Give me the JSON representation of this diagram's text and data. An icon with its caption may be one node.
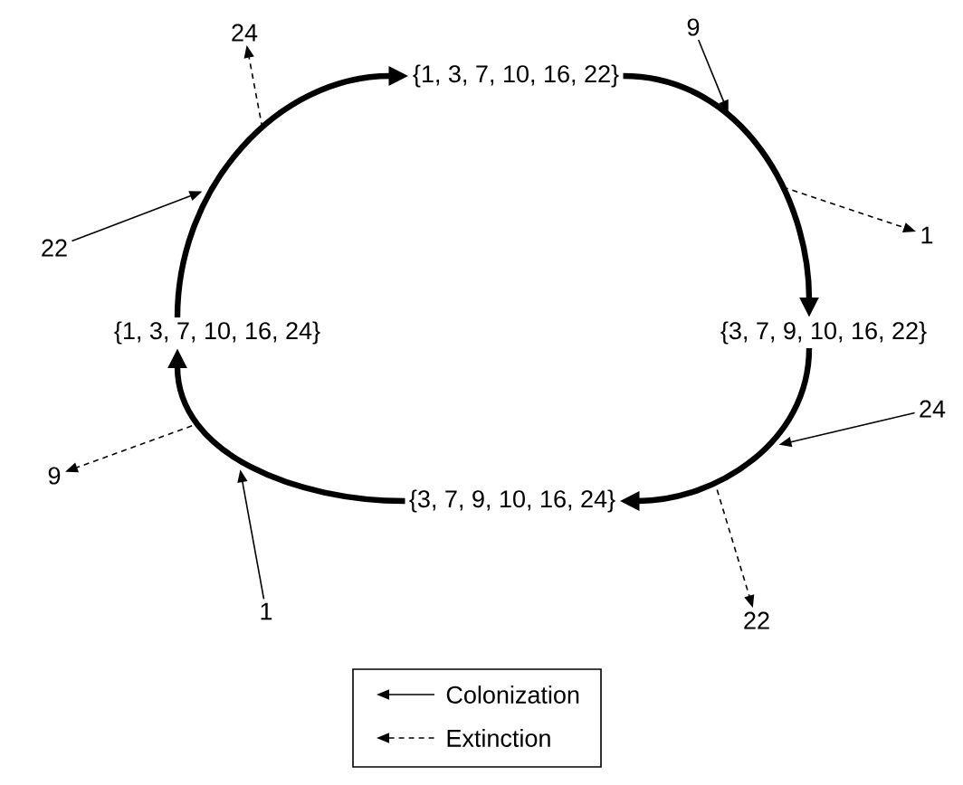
{
  "diagram": {
    "nodes": [
      {
        "text": [
          "24"
        ]
      },
      {
        "text": [
          "9"
        ]
      },
      {
        "text": [
          "{1, 3, 7, 10, 16, 22}"
        ]
      },
      {
        "text": [
          "1"
        ]
      },
      {
        "text": [
          "22"
        ]
      },
      {
        "text": [
          "{1, 3, 7, 10, 16, 24}"
        ]
      },
      {
        "text": [
          "{3, 7, 9, 10, 16, 22}"
        ]
      },
      {
        "text": [
          "24"
        ]
      },
      {
        "text": [
          "9"
        ]
      },
      {
        "text": [
          "{3, 7, 9, 10, 16, 24}"
        ]
      },
      {
        "text": [
          "1"
        ]
      },
      {
        "text": [
          "22"
        ]
      }
    ],
    "edges": [
      {
        "from": 5,
        "to": 2,
        "arrow": "to",
        "style": "thick"
      },
      {
        "from": 2,
        "to": 6,
        "arrow": "to",
        "style": "thick"
      },
      {
        "from": 6,
        "to": 9,
        "arrow": "to",
        "style": "thick"
      },
      {
        "from": 9,
        "to": 5,
        "arrow": "to",
        "style": "thick"
      },
      {
        "from": 4,
        "to": null,
        "arrow": "to"
      },
      {
        "from": 1,
        "to": null,
        "arrow": "to"
      },
      {
        "from": 7,
        "to": null,
        "arrow": "to"
      },
      {
        "from": 10,
        "to": null,
        "arrow": "to"
      },
      {
        "from": null,
        "to": 0,
        "arrow": "to",
        "style": "dashed"
      },
      {
        "from": null,
        "to": 3,
        "arrow": "to",
        "style": "dashed"
      },
      {
        "from": null,
        "to": 11,
        "arrow": "to",
        "style": "dashed"
      },
      {
        "from": null,
        "to": 8,
        "arrow": "to",
        "style": "dashed"
      }
    ],
    "legend": [
      {
        "text": "Colonization"
      },
      {
        "text": "Extinction"
      }
    ]
  }
}
